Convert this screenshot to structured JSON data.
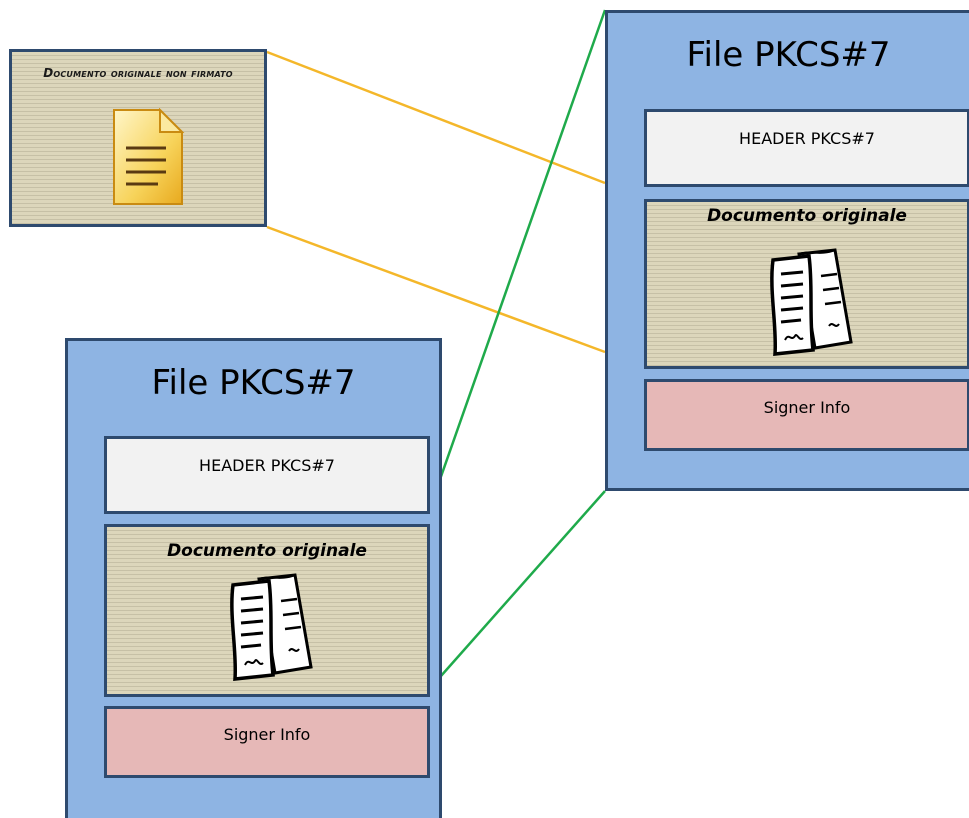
{
  "unsigned_document": {
    "title": "Documento originale non firmato",
    "icon": "document-file-icon"
  },
  "pkcs7_file_right": {
    "title": "File PKCS#7",
    "header_label": "HEADER PKCS#7",
    "document_label": "Documento originale",
    "document_icon": "signed-pages-icon",
    "signer_label": "Signer Info"
  },
  "pkcs7_file_left": {
    "title": "File PKCS#7",
    "header_label": "HEADER PKCS#7",
    "document_label": "Documento originale",
    "document_icon": "signed-pages-icon",
    "signer_label": "Signer Info"
  },
  "colors": {
    "connector_original": "#f4b72a",
    "connector_nested": "#1faa4b",
    "pkcs_container": "#8eb4e3",
    "header_box": "#f2f2f2",
    "signer_box": "#e6b8b7",
    "document_box": "#dcd6bb",
    "border": "#2e4a6e"
  }
}
